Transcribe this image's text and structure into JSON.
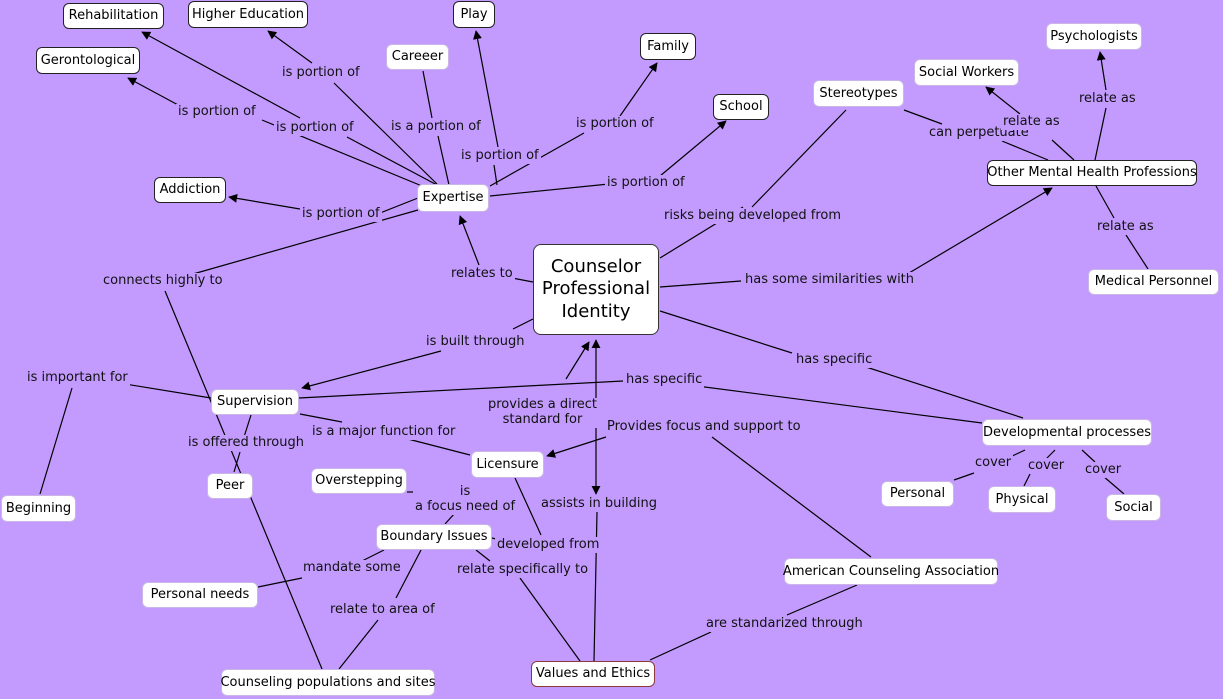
{
  "diagram": {
    "center": "Counselor Professional Identity",
    "nodes": {
      "rehabilitation": "Rehabilitation",
      "higher_education": "Higher Education",
      "play": "Play",
      "gerontological": "Gerontological",
      "careeer": "Careeer",
      "family": "Family",
      "school": "School",
      "addiction": "Addiction",
      "expertise": "Expertise",
      "stereotypes": "Stereotypes",
      "social_workers": "Social Workers",
      "psychologists": "Psychologists",
      "other_mental_health": "Other Mental Health Professions",
      "medical_personnel": "Medical Personnel",
      "supervision": "Supervision",
      "beginning": "Beginning",
      "peer": "Peer",
      "overstepping": "Overstepping",
      "licensure": "Licensure",
      "boundary_issues": "Boundary Issues",
      "personal_needs": "Personal needs",
      "counseling_populations": "Counseling populations and sites",
      "values_ethics": "Values and Ethics",
      "aca": "American Counseling Association",
      "developmental": "Developmental processes",
      "personal": "Personal",
      "physical": "Physical",
      "social": "Social"
    },
    "labels": {
      "portion_higher_ed": "is portion  of",
      "portion_geronto": "is portion  of",
      "portion_rehab": "is portion  of",
      "portion_careeer": "is a  portion of",
      "portion_play": "is portion  of",
      "portion_family": "is portion  of",
      "portion_school": "is portion  of",
      "portion_addiction": "is portion  of",
      "relates_to": "relates to",
      "connects_highly": "connects highly to",
      "risks_developed": "risks being developed from",
      "similarities": "has some similarities with",
      "can_perpetuate": "can perpetuate",
      "relate_as_sw": "relate as",
      "relate_as_psy": "relate as",
      "relate_as_med": "relate as",
      "built_through": "is built through",
      "important_for": "is important for",
      "has_specific_dev": "has specific",
      "has_specific_sup": "has specific",
      "offered_through": "is offered through",
      "major_function": "is a major function for",
      "direct_standard": "provides a direct\nstandard for",
      "focus_support": "Provides focus and support to",
      "cover_personal": "cover",
      "cover_physical": "cover",
      "cover_social": "cover",
      "focus_need": "is\na focus need of",
      "assists_building": "assists in building",
      "developed_from": "developed from",
      "mandate_some": "mandate some",
      "relate_specifically": "relate specifically to",
      "relate_area": "relate to area of",
      "standarized_through": "are standarized through"
    },
    "colors": {
      "background": "#c39bff",
      "node_fill": "#ffffff",
      "line": "#000000"
    }
  }
}
